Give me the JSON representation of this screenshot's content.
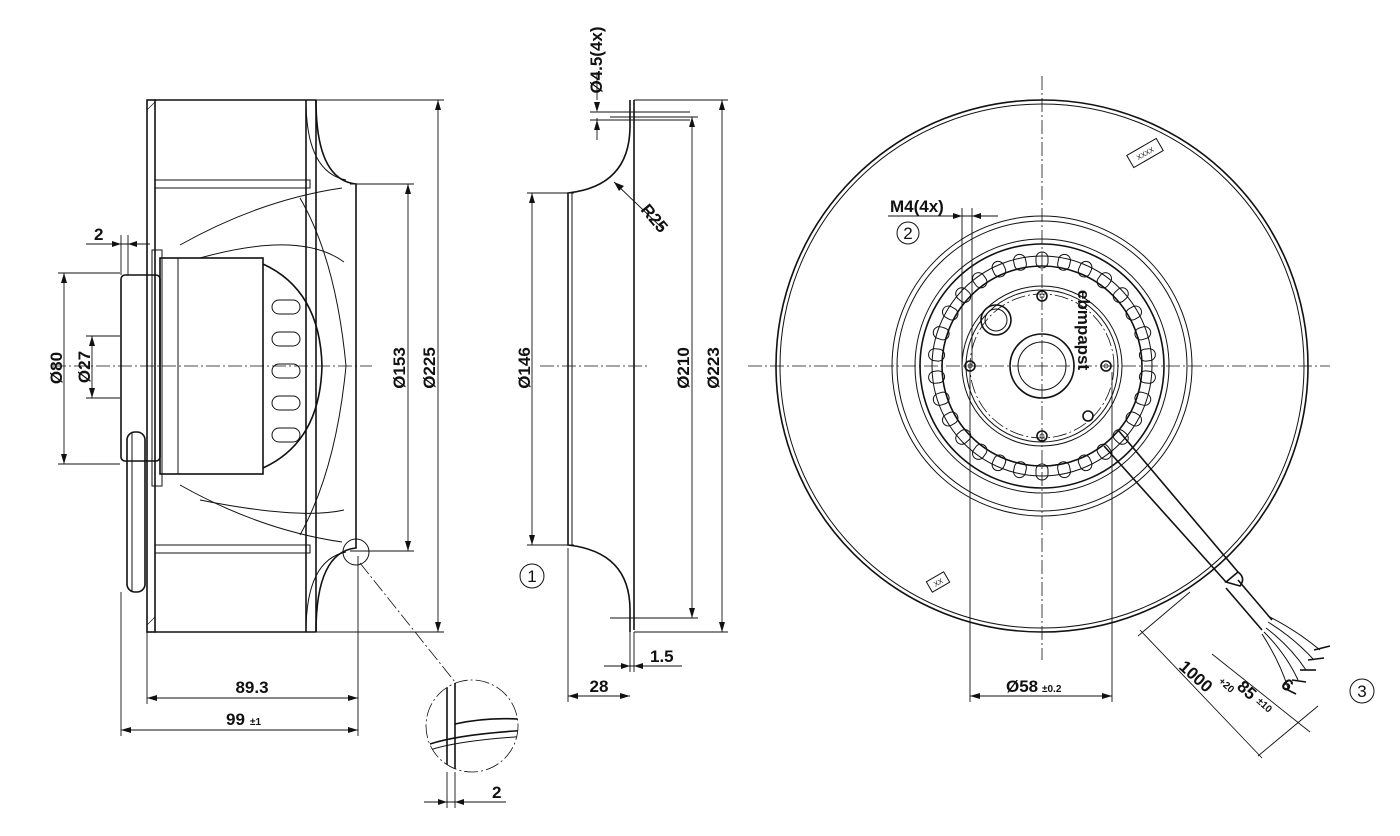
{
  "side_view": {
    "dim_hub_dia": "Ø80",
    "dim_shaft_dia": "Ø27",
    "dim_flange": "2",
    "dim_inlet_dia": "Ø153",
    "dim_outer_dia": "Ø225",
    "dim_height": "89.3",
    "dim_total": "99",
    "dim_total_tol": "±1",
    "dim_detail": "2"
  },
  "nozzle_view": {
    "dim_holes": "Ø4.5(4x)",
    "dim_radius": "R25",
    "dim_inner_dia": "Ø146",
    "dim_mid_dia": "Ø210",
    "dim_outer_dia": "Ø223",
    "dim_thickness": "1.5",
    "dim_depth": "28",
    "callout": "1"
  },
  "front_view": {
    "thread": "M4(4x)",
    "thread_callout": "2",
    "dim_bolt_circle": "Ø58",
    "dim_bolt_circle_tol": "±0.2",
    "cable_length": "1000",
    "cable_length_tol": "+20",
    "strip_length": "85",
    "strip_length_tol": "±10",
    "wire_strip": "6",
    "cable_callout": "3",
    "label_a": "XXXX",
    "label_b": "XX",
    "brand": "ebmpapst"
  }
}
